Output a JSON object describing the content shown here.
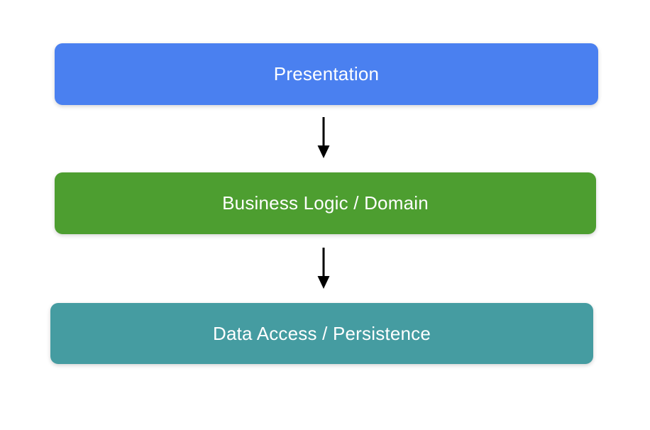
{
  "diagram": {
    "background": "#ffffff",
    "layers": [
      {
        "id": "presentation",
        "label": "Presentation",
        "color": "#4a80f0",
        "text_color": "#ffffff"
      },
      {
        "id": "business-logic",
        "label": "Business Logic / Domain",
        "color": "#4d9e30",
        "text_color": "#ffffff"
      },
      {
        "id": "data-access",
        "label": "Data Access / Persistence",
        "color": "#459ca1",
        "text_color": "#ffffff"
      }
    ],
    "arrows": [
      {
        "from": "presentation",
        "to": "business-logic",
        "color": "#000000",
        "direction": "down"
      },
      {
        "from": "business-logic",
        "to": "data-access",
        "color": "#000000",
        "direction": "down"
      }
    ]
  }
}
